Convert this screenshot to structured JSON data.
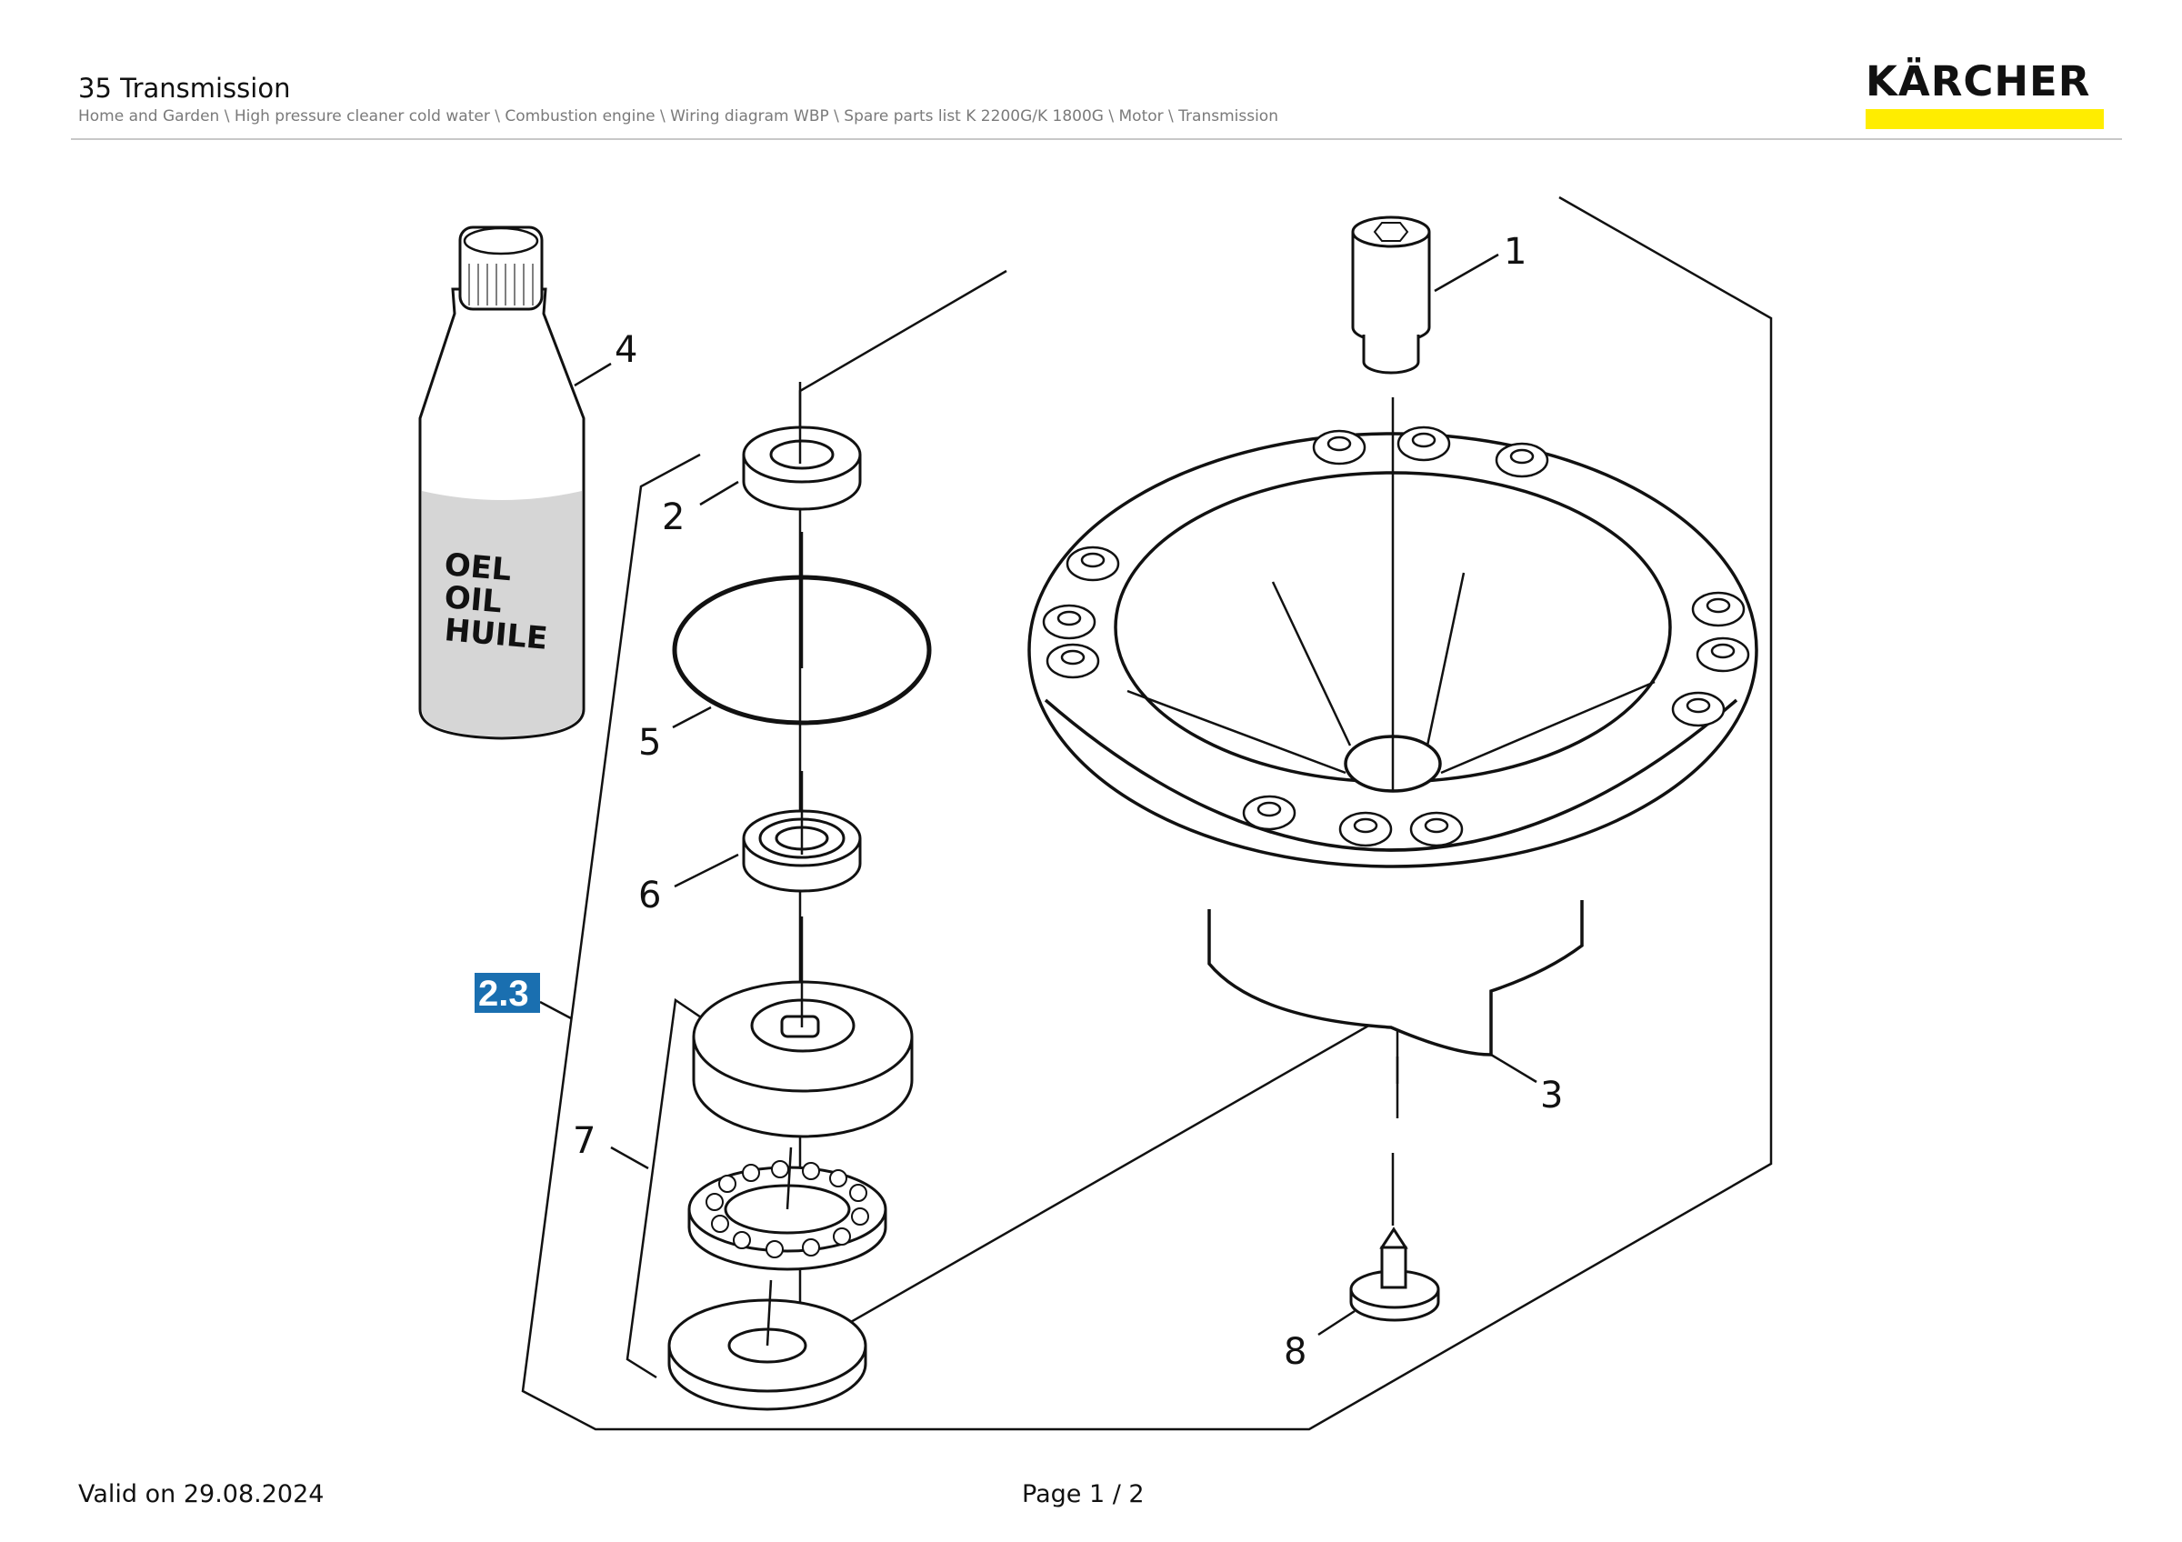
{
  "header": {
    "title": "35 Transmission",
    "breadcrumb": "Home and Garden \\ High pressure cleaner cold water \\ Combustion engine \\ Wiring diagram WBP \\ Spare parts list K 2200G/K 1800G \\ Motor \\ Transmission"
  },
  "logo": {
    "text": "KÄRCHER",
    "bar_color": "#ffed00"
  },
  "drawing": {
    "bottle_label": [
      "OEL",
      "OIL",
      "HUILE"
    ],
    "callouts": [
      "1",
      "2",
      "3",
      "4",
      "5",
      "6",
      "7",
      "8"
    ],
    "reference_badge": {
      "text": "2.3",
      "color": "#1a6fb0"
    }
  },
  "footer": {
    "valid_on": "Valid on 29.08.2024",
    "page": "Page 1 / 2"
  }
}
